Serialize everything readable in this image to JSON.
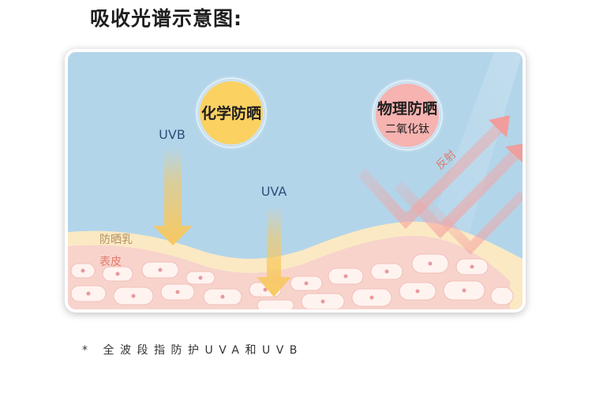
{
  "title": "吸收光谱示意图:",
  "chemical": {
    "label": "化学防晒",
    "color": "#fbd162"
  },
  "physical": {
    "label": "物理防晒",
    "sublabel": "二氧化钛",
    "color": "#f6b3b0"
  },
  "rays": {
    "uvb": "UVB",
    "uva": "UVA",
    "reflect": "反射"
  },
  "layers": {
    "sunscreen": "防晒乳",
    "skin": "表皮"
  },
  "colors": {
    "sky": "#b3d5ea",
    "sunscreen_layer": "#fbe9c4",
    "skin": "#f7d3cc",
    "arrow_yellow": "#f8c85e",
    "arrow_pink": "#f5a3a0",
    "ray_text": "#2d4f7a",
    "sunscreen_text": "#b39062",
    "skin_text": "#e37b6c"
  },
  "footnote": "* 全波段指防护UVA和UVB"
}
